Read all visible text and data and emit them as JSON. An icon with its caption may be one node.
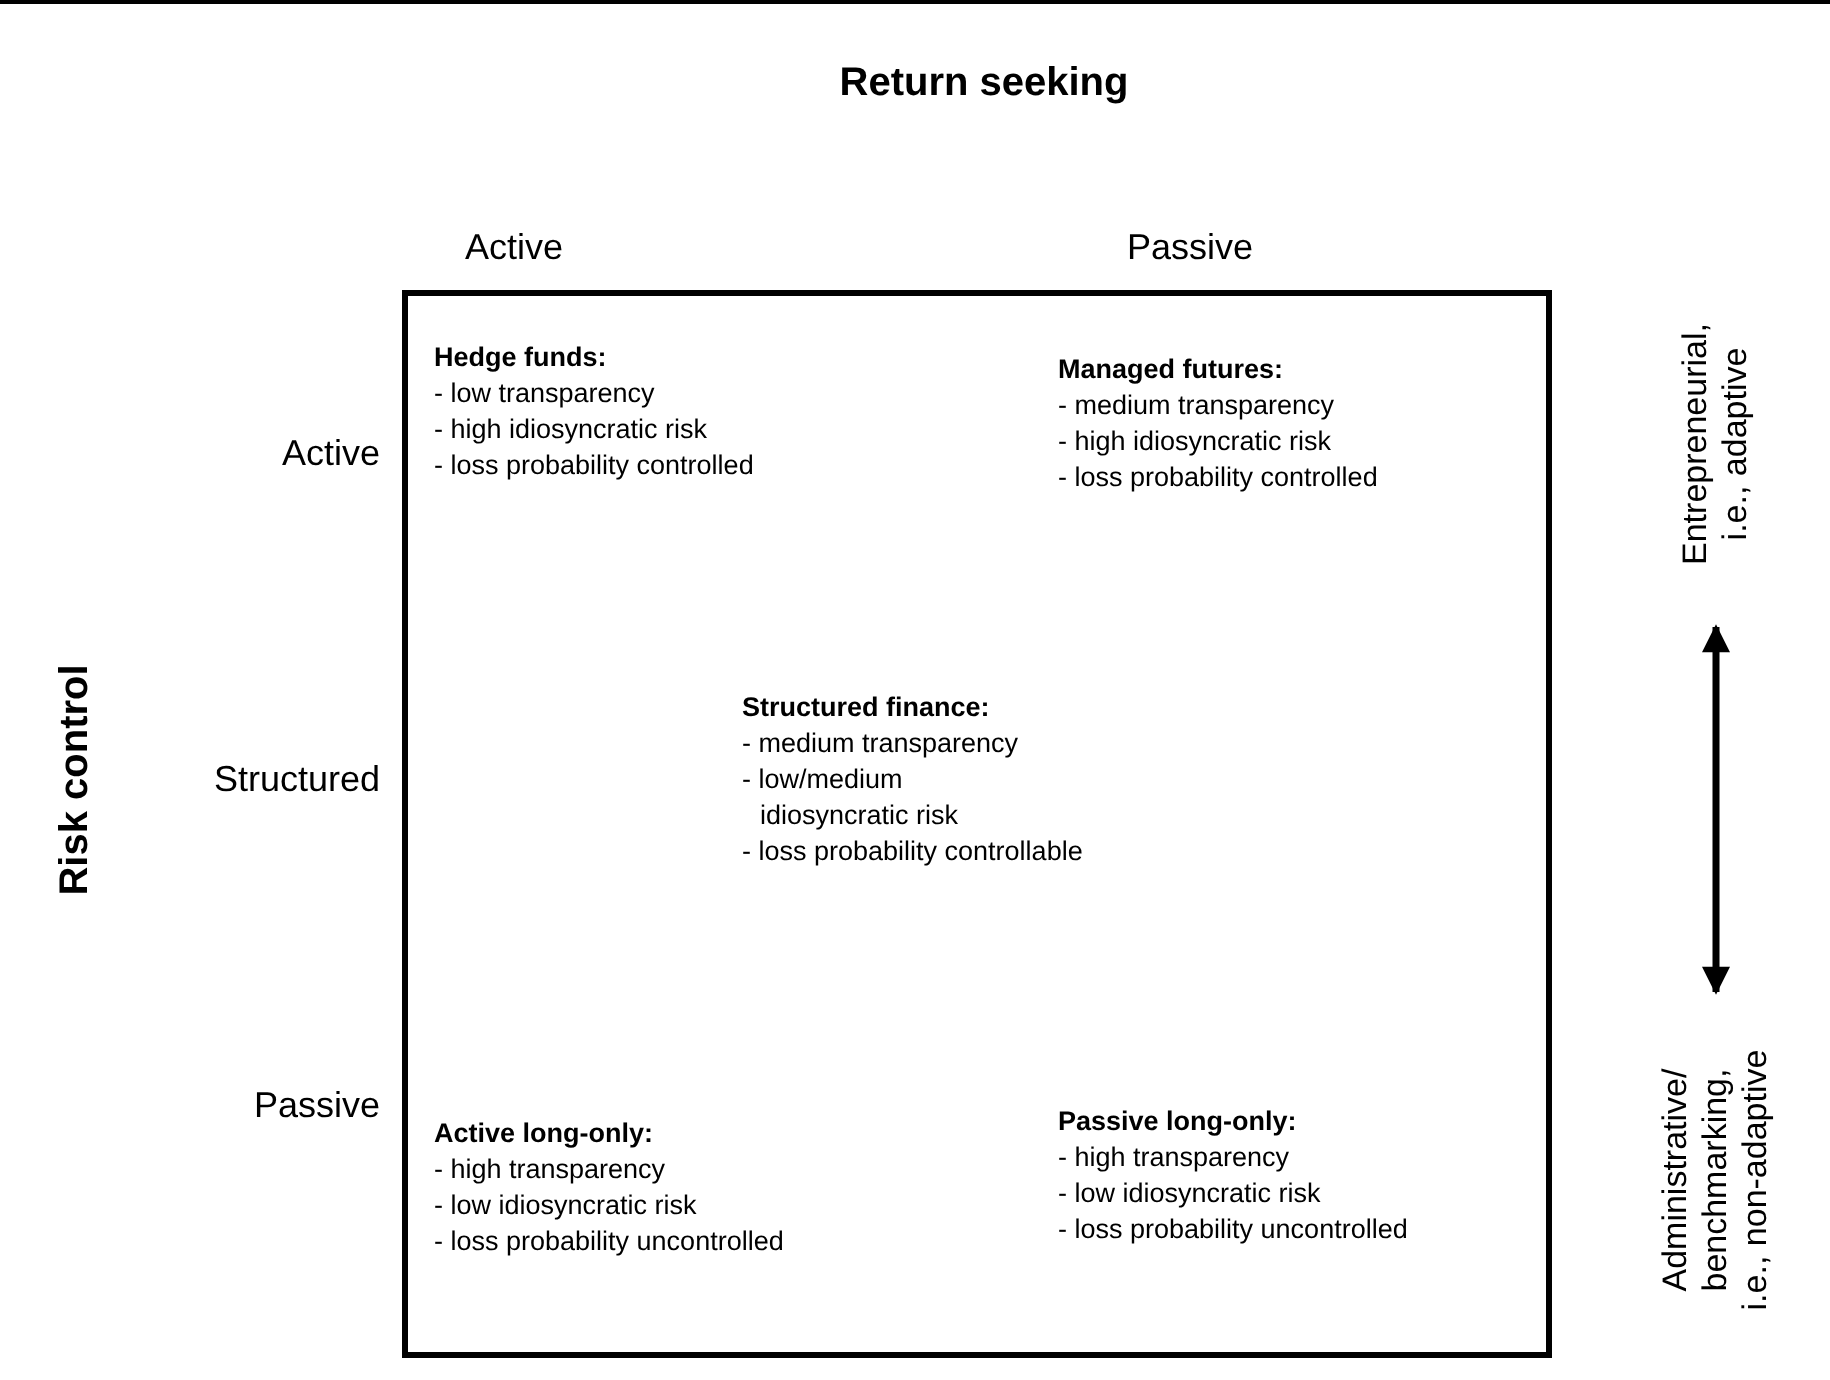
{
  "diagram": {
    "nodes": [
      {
        "text": [],
        "shape": "box"
      },
      {
        "text": [
          "Hedge funds:",
          "- low transparency",
          "- high idiosyncratic risk",
          "- loss probability controlled"
        ],
        "in": 0
      },
      {
        "text": [
          "Managed futures:",
          "- medium transparency",
          "- high idiosyncratic risk",
          "- loss probability controlled"
        ],
        "in": 0
      },
      {
        "text": [
          "Structured finance:",
          "- medium transparency",
          "- low/medium idiosyncratic risk",
          "- loss probability controllable"
        ],
        "in": 0
      },
      {
        "text": [
          "Active long-only:",
          "- high transparency",
          "- low idiosyncratic risk",
          "- loss probability uncontrolled"
        ],
        "in": 0
      },
      {
        "text": [
          "Passive long-only:",
          "- high transparency",
          "- low idiosyncratic risk",
          "- loss probability uncontrolled"
        ],
        "in": 0
      },
      {
        "text": [
          "Entrepreneurial, i.e., adaptive"
        ]
      },
      {
        "text": [
          "Administrative/ benchmarking, i.e., non-adaptive"
        ]
      }
    ],
    "edges": [
      {
        "from": 6,
        "to": 7,
        "arrow": "both"
      }
    ],
    "labels": [
      "Return seeking",
      "Active",
      "Passive",
      "Risk control",
      "Active",
      "Structured",
      "Passive"
    ]
  }
}
